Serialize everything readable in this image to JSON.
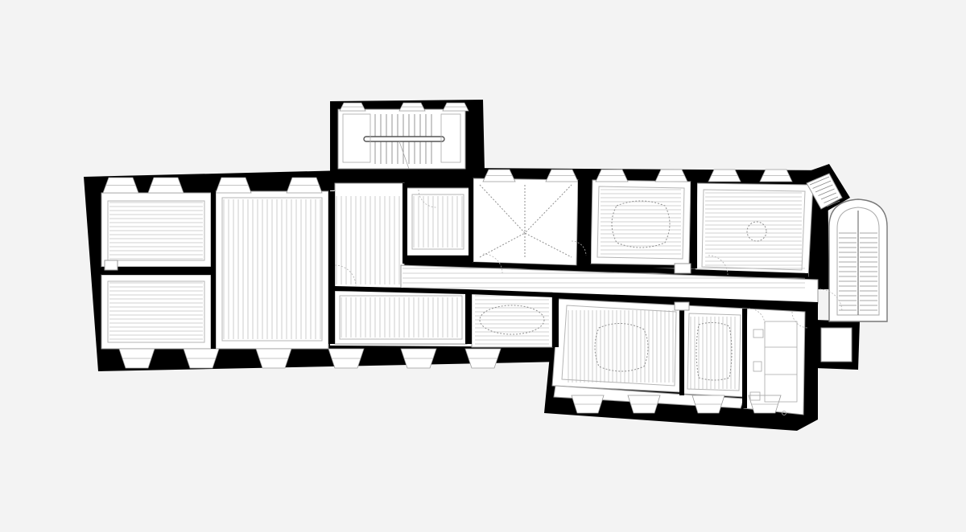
{
  "diagram": {
    "type": "architectural-floor-plan",
    "colors": {
      "background": "#f3f3f3",
      "wall": "#000000",
      "floor": "#ffffff",
      "floorboard_lines": "#c2c2c2",
      "ornament_lines": "#8f8f8f"
    },
    "features": [
      "thick-masonry-walls",
      "window-niches",
      "floorboard-hatching",
      "corridor",
      "staircase",
      "spiral-stair-tower",
      "bathroom-fixtures"
    ],
    "labels": []
  }
}
